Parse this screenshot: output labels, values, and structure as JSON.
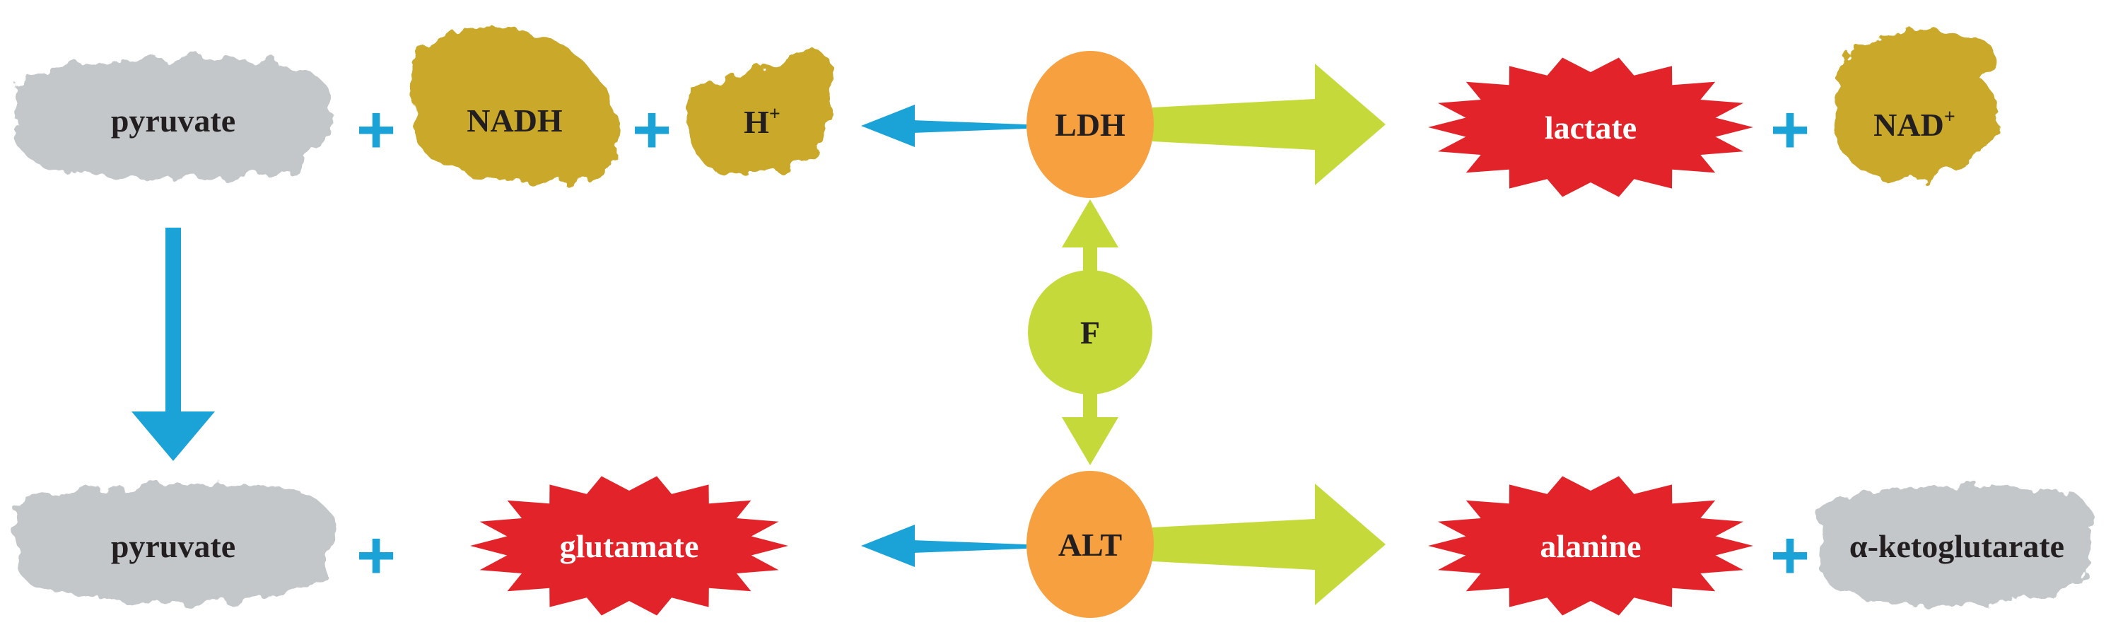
{
  "colors": {
    "gray_blob": "#c4c7c9",
    "gold_blob": "#c9a82c",
    "red_star": "#e2242a",
    "orange_enzyme": "#f7a040",
    "lime": "#c5da3a",
    "blue_arrow": "#1ba3d7",
    "dark_text": "#231f20",
    "light_text": "#ffffff"
  },
  "plus_sign": "+",
  "top_row": {
    "substrate": "pyruvate",
    "cofactor": "NADH",
    "proton": "H",
    "proton_charge": "+",
    "enzyme": "LDH",
    "product": "lactate",
    "product_cofactor": "NAD",
    "product_cofactor_charge": "+"
  },
  "bottom_row": {
    "substrate": "pyruvate",
    "cosubstrate": "glutamate",
    "enzyme": "ALT",
    "product": "alanine",
    "coproduct": "α-ketoglutarate"
  },
  "modulator": {
    "label": "F"
  }
}
